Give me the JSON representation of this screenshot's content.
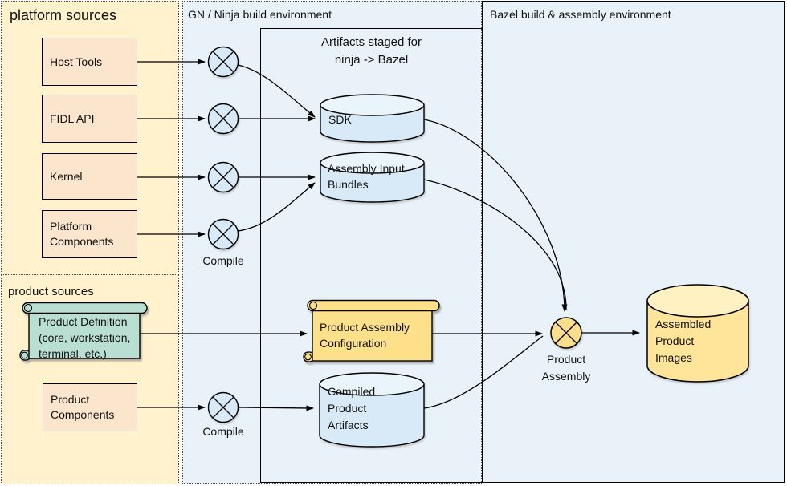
{
  "diagram": {
    "panels": {
      "platform_sources": "platform sources",
      "product_sources": "product sources",
      "gn_ninja": "GN / Ninja build environment",
      "bazel": "Bazel build & assembly environment",
      "staging_title": "Artifacts staged for\nninja -> Bazel"
    },
    "nodes": {
      "host_tools": "Host Tools",
      "fidl_api": "FIDL API",
      "kernel": "Kernel",
      "platform_components": "Platform\nComponents",
      "product_definition": "Product Definition\n(core, workstation,\nterminal, etc.)",
      "product_components": "Product\nComponents",
      "sdk": "SDK",
      "assembly_input_bundles": "Assembly Input\nBundles",
      "product_assembly_configuration": "Product Assembly\nConfiguration",
      "compiled_product_artifacts": "Compiled\nProduct\nArtifacts",
      "assembled_product_images": "Assembled\nProduct\nImages"
    },
    "labels": {
      "compile_platform": "Compile",
      "compile_product": "Compile",
      "product_assembly": "Product\nAssembly"
    },
    "colors": {
      "panel_yellow": "#FFF2CC",
      "panel_blue": "#EAF2F9",
      "box_peach": "#FBE5CD",
      "compile_node_blue": "#D8E9F7",
      "cylinder_blue": "#D8E9F7",
      "cylinder_blue_top": "#EAF4FB",
      "cylinder_yellow": "#FFE599",
      "cylinder_yellow_top": "#FFF1C2",
      "scroll_green": "#B9DFD2",
      "scroll_yellow": "#FDE089",
      "assembly_node_yellow": "#FBDE8C"
    }
  }
}
